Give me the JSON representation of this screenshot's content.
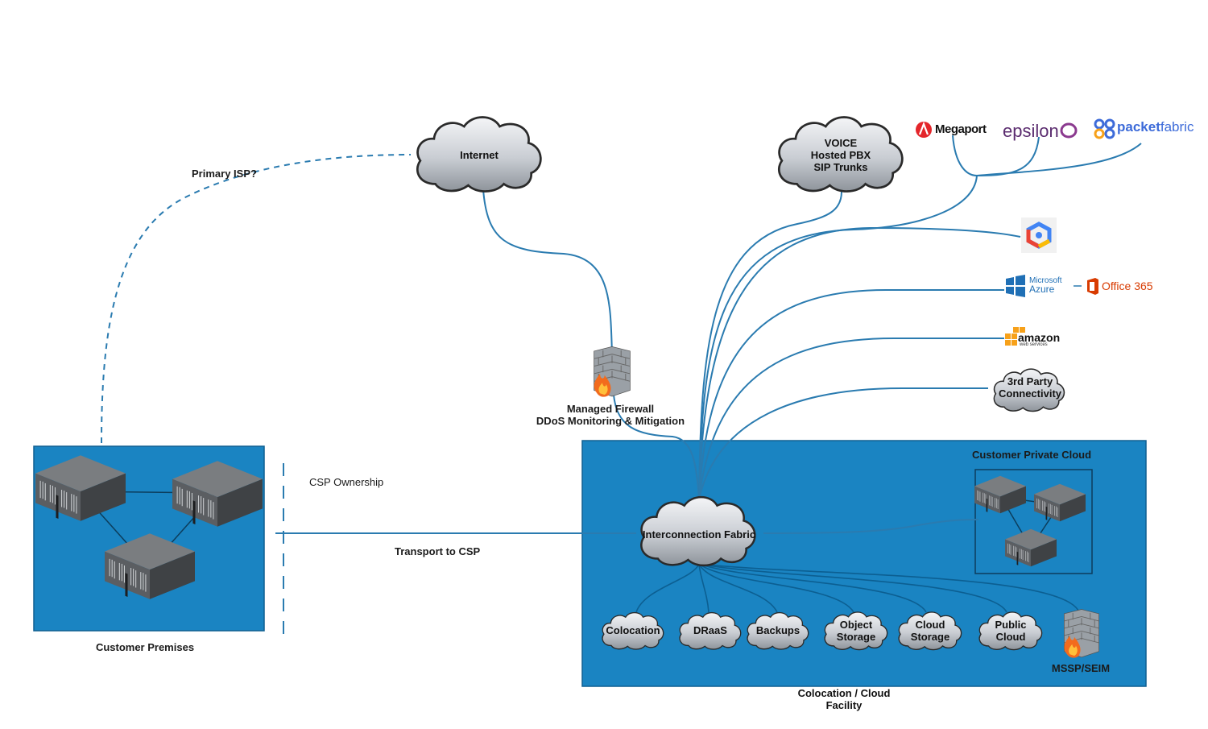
{
  "labels": {
    "primary_isp": "Primary ISP?",
    "internet": "Internet",
    "voice": "VOICE\nHosted PBX\nSIP Trunks",
    "managed_firewall": "Managed Firewall",
    "ddos": "DDoS Monitoring & Mitigation",
    "csp_ownership": "CSP Ownership",
    "transport": "Transport to CSP",
    "customer_premises": "Customer Premises",
    "interconnection_fabric": "Interconnection Fabric",
    "customer_private_cloud": "Customer Private Cloud",
    "third_party": "3rd Party\nConnectivity",
    "colo_facility": "Colocation / Cloud\nFacility",
    "mssp": "MSSP/SEIM"
  },
  "services": [
    {
      "label": "Colocation"
    },
    {
      "label": "DRaaS"
    },
    {
      "label": "Backups"
    },
    {
      "label": "Object\nStorage"
    },
    {
      "label": "Cloud\nStorage"
    },
    {
      "label": "Public\nCloud"
    }
  ],
  "providers": {
    "megaport": "Megaport",
    "epsilon": "epsilon",
    "packetfabric_a": "packet",
    "packetfabric_b": "fabric",
    "azure_a": "Microsoft",
    "azure_b": "Azure",
    "office365": "Office 365",
    "amazon": "amazon",
    "aws_sub": "web services"
  },
  "colors": {
    "facility_blue": "#1a84c2",
    "line_blue": "#2176ab",
    "cloud_gray": "#c7ccd2",
    "megaport_red": "#e4262b",
    "epsilon_purple": "#8b3a8f",
    "packetfabric_blue": "#3d6bd9",
    "office_orange": "#d83b01",
    "aws_orange": "#f7a11a"
  }
}
